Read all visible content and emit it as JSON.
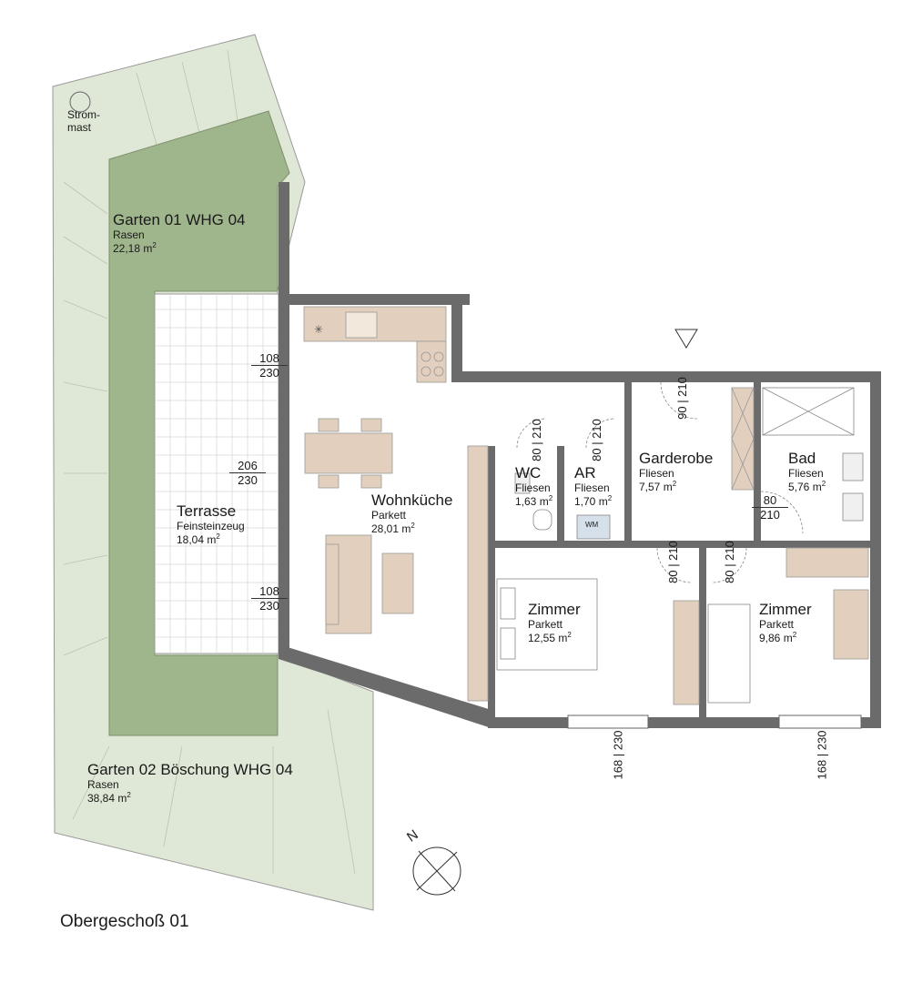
{
  "title": "Obergeschoß 01",
  "rooms": {
    "garten01": {
      "name": "Garten 01 WHG 04",
      "floor": "Rasen",
      "area": "22,18 m",
      "unit_sup": "2"
    },
    "garten02": {
      "name": "Garten 02 Böschung WHG 04",
      "floor": "Rasen",
      "area": "38,84 m",
      "unit_sup": "2"
    },
    "terrasse": {
      "name": "Terrasse",
      "floor": "Feinsteinzeug",
      "area": "18,04 m",
      "unit_sup": "2"
    },
    "wohnkueche": {
      "name": "Wohnküche",
      "floor": "Parkett",
      "area": "28,01 m",
      "unit_sup": "2"
    },
    "wc": {
      "name": "WC",
      "floor": "Fliesen",
      "area": "1,63 m",
      "unit_sup": "2"
    },
    "ar": {
      "name": "AR",
      "floor": "Fliesen",
      "area": "1,70 m",
      "unit_sup": "2"
    },
    "garderobe": {
      "name": "Garderobe",
      "floor": "Fliesen",
      "area": "7,57 m",
      "unit_sup": "2"
    },
    "bad": {
      "name": "Bad",
      "floor": "Fliesen",
      "area": "5,76 m",
      "unit_sup": "2"
    },
    "zimmer1": {
      "name": "Zimmer",
      "floor": "Parkett",
      "area": "12,55 m",
      "unit_sup": "2"
    },
    "zimmer2": {
      "name": "Zimmer",
      "floor": "Parkett",
      "area": "9,86 m",
      "unit_sup": "2"
    }
  },
  "stromast": {
    "line1": "Strom-",
    "line2": "mast"
  },
  "washer_label": "WM",
  "north_label": "N",
  "openings": {
    "terrace_door1": {
      "w": "108",
      "h": "230"
    },
    "terrace_door2": {
      "w": "206",
      "h": "230"
    },
    "terrace_door3": {
      "w": "108",
      "h": "230"
    },
    "wc_door": {
      "w": "80",
      "h": "210"
    },
    "ar_door": {
      "w": "80",
      "h": "210"
    },
    "entry_door": {
      "w": "90",
      "h": "210"
    },
    "bad_door": {
      "w": "80",
      "h": "210"
    },
    "zimmer1_door": {
      "w": "80",
      "h": "210"
    },
    "zimmer2_door": {
      "w": "80",
      "h": "210"
    },
    "window1": {
      "w": "168",
      "h": "230"
    },
    "window2": {
      "w": "168",
      "h": "230"
    }
  },
  "colors": {
    "garden_dark": "#9fb58b",
    "garden_light": "#dfe8d6",
    "wall": "#6b6b6b",
    "furniture": "#e2cfbd"
  }
}
